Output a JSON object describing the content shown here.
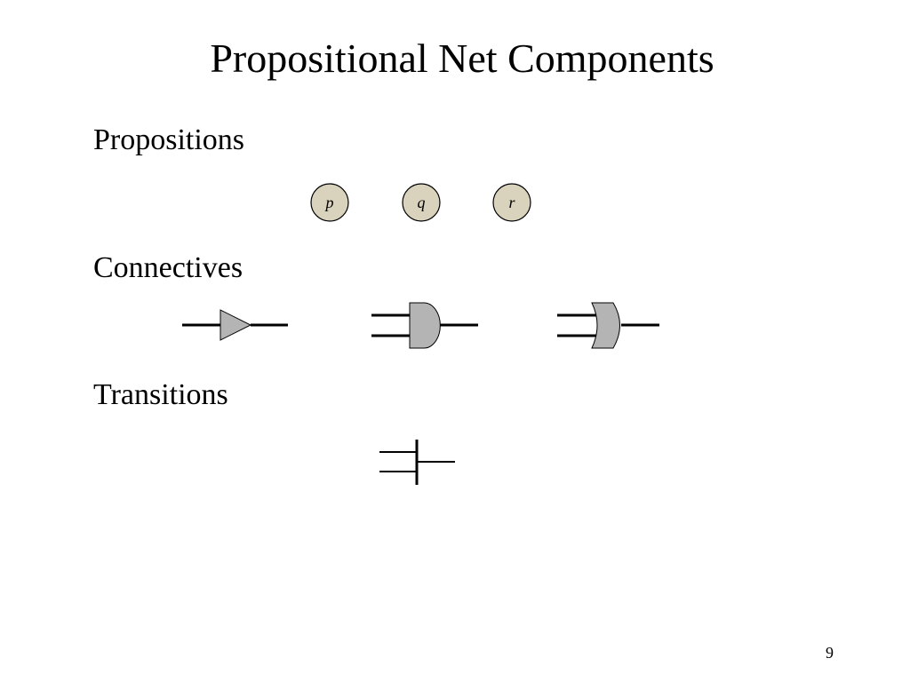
{
  "slide": {
    "title": "Propositional Net Components",
    "page_number": "9"
  },
  "sections": {
    "propositions": {
      "heading": "Propositions",
      "items": [
        "p",
        "q",
        "r"
      ]
    },
    "connectives": {
      "heading": "Connectives"
    },
    "transitions": {
      "heading": "Transitions"
    }
  },
  "colors": {
    "proposition_fill": "#d9d2bc",
    "gate_fill": "#b4b4b4",
    "stroke": "#000000"
  }
}
